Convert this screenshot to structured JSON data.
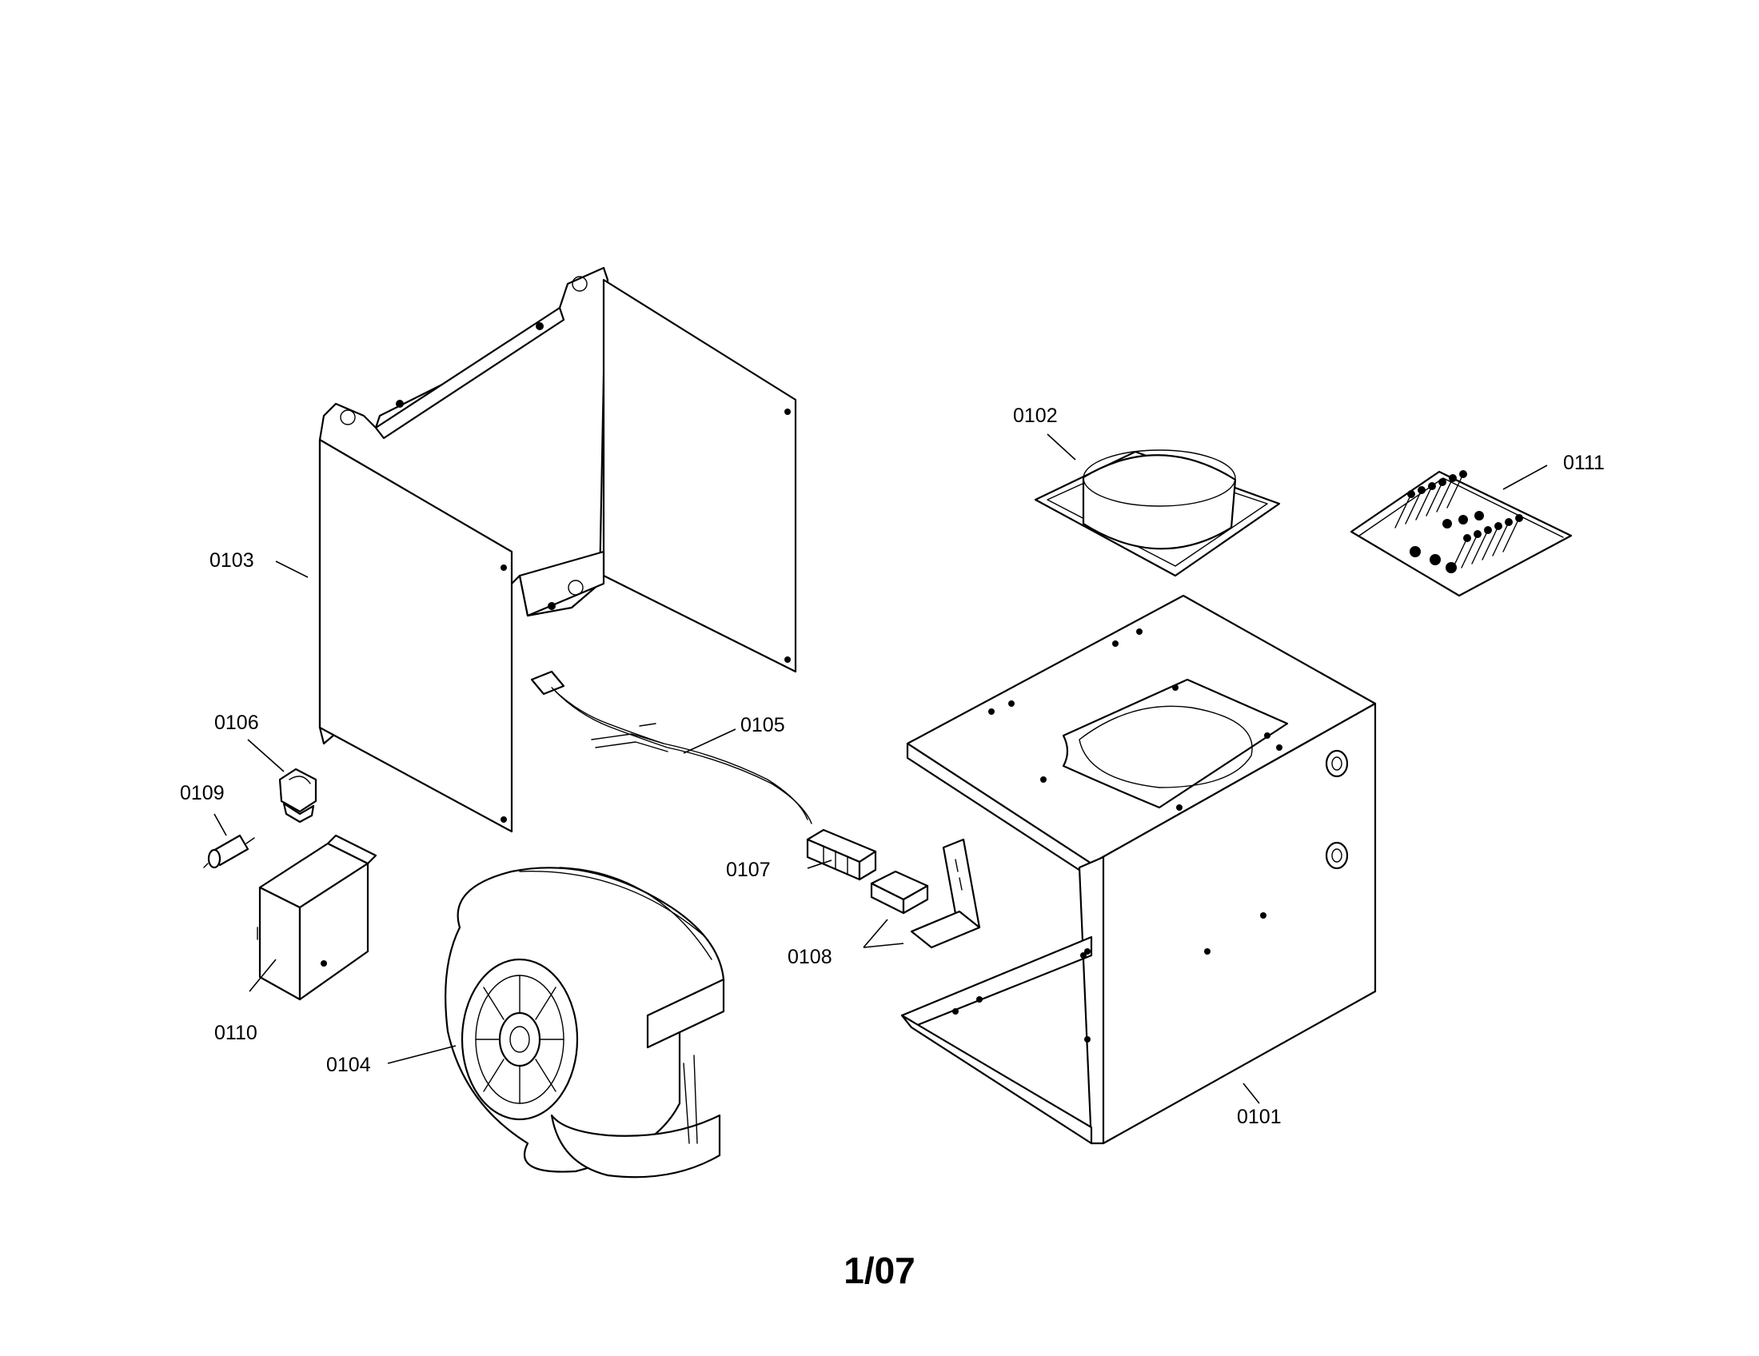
{
  "page_label": "1/07",
  "parts": [
    {
      "label": "0101",
      "part": "cabinet-housing"
    },
    {
      "label": "0102",
      "part": "collar-plate"
    },
    {
      "label": "0103",
      "part": "mounting-bracket"
    },
    {
      "label": "0104",
      "part": "blower-motor"
    },
    {
      "label": "0105",
      "part": "wire-harness"
    },
    {
      "label": "0106",
      "part": "switch"
    },
    {
      "label": "0107",
      "part": "connector"
    },
    {
      "label": "0108",
      "part": "terminal-block-bracket"
    },
    {
      "label": "0109",
      "part": "capacitor"
    },
    {
      "label": "0110",
      "part": "control-box"
    },
    {
      "label": "0111",
      "part": "hardware-kit"
    }
  ]
}
